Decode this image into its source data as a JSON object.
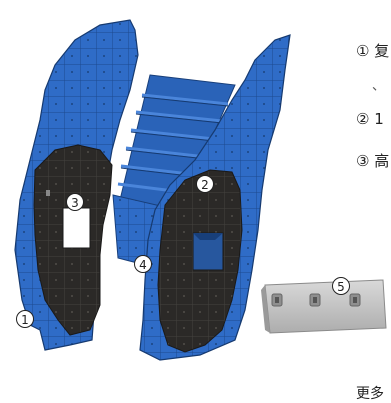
{
  "callouts": [
    {
      "id": "1",
      "label": "①"
    },
    {
      "id": "2",
      "label": "②"
    },
    {
      "id": "3",
      "label": "③"
    },
    {
      "id": "4",
      "label": "④"
    },
    {
      "id": "5",
      "label": "⑤"
    }
  ],
  "legend": [
    {
      "label": "① 复"
    },
    {
      "label": "② 1"
    },
    {
      "label": "③ 高"
    }
  ],
  "legend_cont": "、",
  "footer": "更多",
  "colors": {
    "blue": "#2f6cc7",
    "dark": "#2b2927",
    "plate": "#c7c7c7"
  }
}
